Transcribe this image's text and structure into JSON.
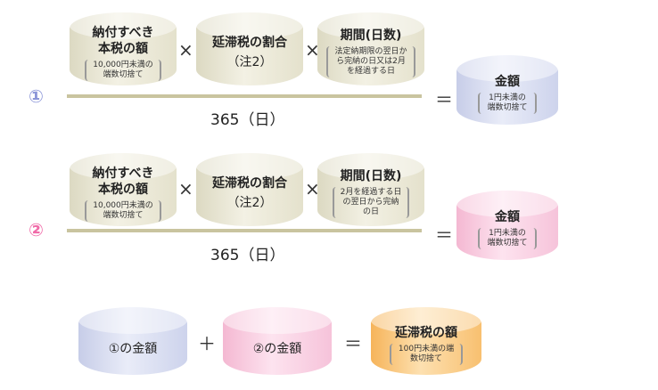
{
  "row1": {
    "marker": "①",
    "principal": {
      "title": [
        "納付すべき",
        "本税の額"
      ],
      "note": "10,000円未満の端数切捨て"
    },
    "times1": "×",
    "rate": {
      "title": "延滞税の割合",
      "note": "（注2）"
    },
    "times2": "×",
    "period": {
      "title": "期間(日数)",
      "note": "法定納期限の翌日から完納の日又は2月を経過する日"
    },
    "denominator": "365（日）",
    "equals": "＝",
    "result": {
      "title": "金額",
      "note": "1円未満の端数切捨て"
    }
  },
  "row2": {
    "marker": "②",
    "principal": {
      "title": [
        "納付すべき",
        "本税の額"
      ],
      "note": "10,000円未満の端数切捨て"
    },
    "times1": "×",
    "rate": {
      "title": "延滞税の割合",
      "note": "（注2）"
    },
    "times2": "×",
    "period": {
      "title": "期間(日数)",
      "note": "2月を経過する日の翌日から完納の日"
    },
    "denominator": "365（日）",
    "equals": "＝",
    "result": {
      "title": "金額",
      "note": "1円未満の端数切捨て"
    }
  },
  "total": {
    "a": "①の金額",
    "plus": "＋",
    "b": "②の金額",
    "equals": "＝",
    "result": {
      "title": "延滞税の額",
      "note": "100円未満の端数切捨て"
    }
  },
  "colors": {
    "marker1": "#8c96d8",
    "marker2": "#f06aa8",
    "line": "#c9c49f"
  }
}
